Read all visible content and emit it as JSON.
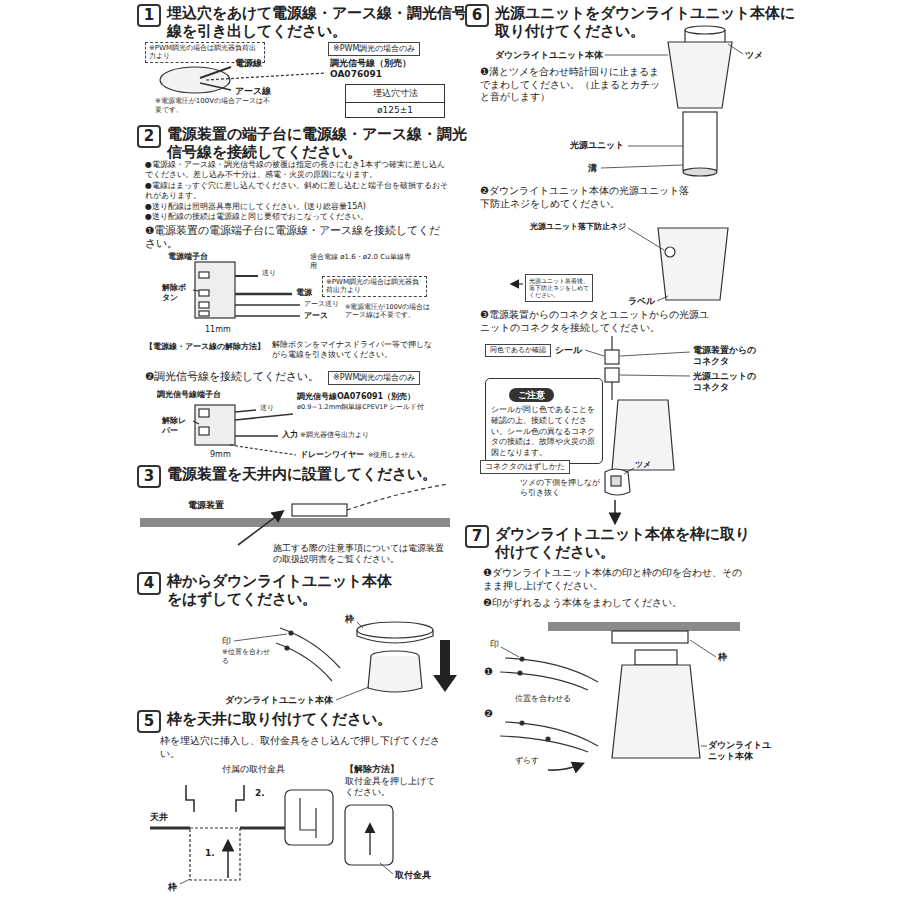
{
  "diagram": {
    "nodes": [
      {
        "text": [
          "1",
          "埋込穴をあけて電源線・アース線・調光信号線を引き出してください。"
        ]
      },
      {
        "text": [
          "※PWM調光の場合は調光器負荷出力より"
        ]
      },
      {
        "text": [
          "※PWM調光の場合のみ"
        ]
      },
      {
        "text": [
          "埋込穴寸法",
          "ø125±1"
        ]
      },
      {
        "text": [
          "2",
          "電源装置の端子台に電源線・アース線・調光信号線を接続してください。"
        ]
      },
      {
        "text": [
          "※PWM調光の場合は調光器負荷出力より"
        ]
      },
      {
        "text": [
          "※PWM調光の場合のみ"
        ]
      },
      {
        "text": [
          "3",
          "電源装置を天井内に設置してください。"
        ]
      },
      {
        "text": [
          "4",
          "枠からダウンライトユニット本体をはずしてください。"
        ]
      },
      {
        "text": [
          "5",
          "枠を天井に取り付けてください。"
        ]
      },
      {
        "text": [
          "6",
          "光源ユニットをダウンライトユニット本体に取り付けてください。"
        ]
      },
      {
        "text": [
          "光源ユニット装着後、落下防止ネジをしめてください。"
        ]
      },
      {
        "text": [
          "同色であるか確認"
        ]
      },
      {
        "text": [
          "ご注意",
          "シールが同じ色であることを確認の上、接続してください。シール色の異なるコネクタの接続は、故障や火災の原因となります。"
        ]
      },
      {
        "text": [
          "コネクタのはずしかた"
        ]
      },
      {
        "text": [
          "7",
          "ダウンライトユニット本体を枠に取り付けてください。"
        ]
      }
    ],
    "labels": [
      "電源線",
      "調光信号線（別売） OA076091",
      "アース線",
      "※電源電圧が100Vの場合アースは不要です。",
      "●電源線・アース線・調光信号線の被覆は指定の長さにむき1本ずつ確実に差し込んでください。差し込み不十分は、感電・火災の原因になります。",
      "●電線はまっすぐ穴に差し込んでください。斜めに差し込むと端子台を破損するおそれがあります。",
      "●送り配線は照明器具専用にしてください。(送り総容量15A)",
      "●送り配線の接続は電源線と同じ要領でおこなってください。",
      "❶電源装置の電源端子台に電源線・アース線を接続してください。",
      "電源端子台",
      "解除ボタン",
      "送り",
      "適合電線 ø1.6・ø2.0 Cu単線専用",
      "電源",
      "アース送り",
      "アース",
      "※電源電圧が100Vの場合はアース線は不要です。",
      "11mm",
      "【電源線・アース線の解除方法】",
      "解除ボタンをマイナスドライバー等で押しながら電線を引き抜いてください。",
      "❷調光信号線を接続してください。",
      "調光信号線端子台",
      "送り",
      "調光信号線OA076091（別売）",
      "ø0.9～1.2mm銅単線CPEV1P シールド付",
      "解除レバー",
      "入力",
      "※調光器信号出力より",
      "9mm",
      "ドレーンワイヤー",
      "※使用しません",
      "電源装置",
      "施工する際の注意事項については電源装置の取扱説明書をご覧ください。",
      "枠",
      "印",
      "※位置を合わせる",
      "ダウンライトユニット本体",
      "枠を埋込穴に挿入し、取付金具をさし込んで押し下げてください。",
      "付属の取付金具",
      "2.",
      "1.",
      "天井",
      "枠",
      "【解除方法】",
      "取付金具を押し上げてください。",
      "取付金具",
      "ダウンライトユニット本体",
      "ツメ",
      "❶溝とツメを合わせ時計回りに止まるまでまわしてください。（止まるとカチッと音がします）",
      "光源ユニット",
      "溝",
      "❷ダウンライトユニット本体の光源ユニット落下防止ネジをしめてください。",
      "光源ユニット落下防止ネジ",
      "ラベル",
      "❸電源装置からのコネクタとユニットからの光源ユニットのコネクタを接続してください。",
      "シール",
      "電源装置からのコネクタ",
      "光源ユニットのコネクタ",
      "ツメ",
      "ツメの下側を押しながら引き抜く",
      "❶ダウンライトユニット本体の印と枠の印を合わせ、そのまま押し上げてください。",
      "❷印がずれるよう本体をまわしてください。",
      "印",
      "❶",
      "位置を合わせる",
      "❷",
      "ずらす",
      "枠",
      "ダウンライトユニット本体"
    ]
  }
}
